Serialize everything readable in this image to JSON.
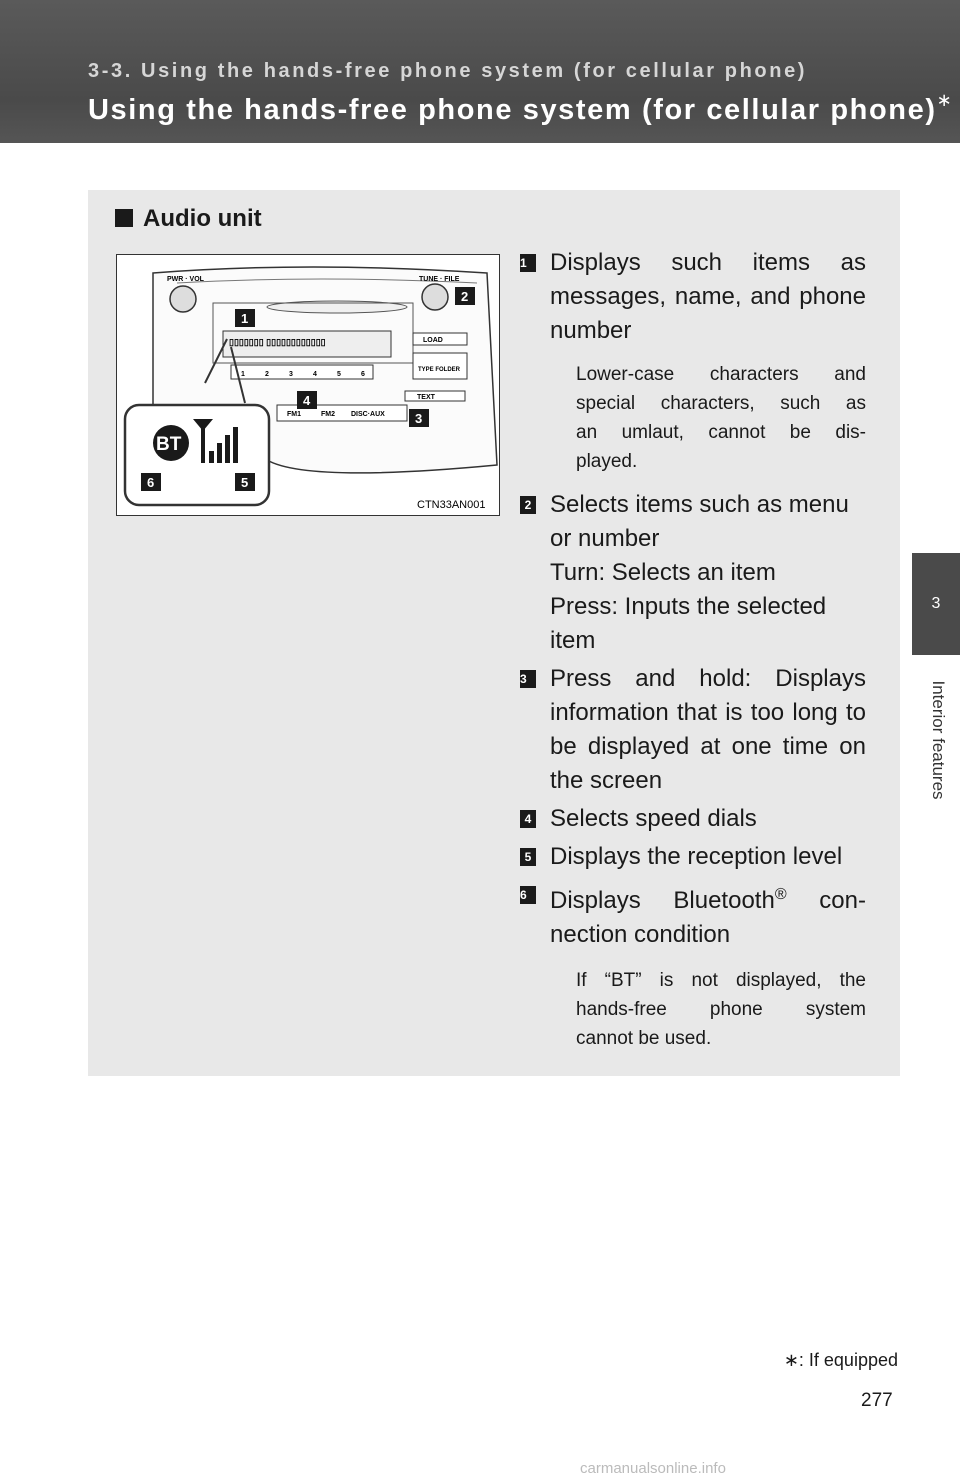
{
  "header": {
    "section_label": "3-3. Using the hands-free phone system (for cellular phone)",
    "title": "Using the hands-free phone system (for cellular phone)",
    "title_mark": "∗"
  },
  "side_tab": {
    "chapter_number": "3",
    "chapter_label": "Interior features"
  },
  "content": {
    "subheading": "Audio unit",
    "diagram": {
      "knob_left_label": "PWR · VOL",
      "knob_right_label": "TUNE · FILE",
      "button_labels": [
        "LOAD",
        "TYPE FOLDER",
        "TEXT",
        "FM1",
        "FM2",
        "DISC·AUX"
      ],
      "preset_numbers": [
        "1",
        "2",
        "3",
        "4",
        "5",
        "6"
      ],
      "callout_labels": [
        "1",
        "2",
        "3",
        "4",
        "5",
        "6"
      ],
      "bt_text": "BT",
      "image_code": "CTN33AN001"
    },
    "items": [
      {
        "number": "1",
        "text": "Displays such items as messages, name, and phone number",
        "note_lines": [
          "Lower-case characters and",
          "special characters, such as",
          "an umlaut, cannot be dis-",
          "played."
        ]
      },
      {
        "number": "2",
        "text_lines": [
          "Selects items such as menu or number",
          "Turn: Selects an item",
          "Press: Inputs the selected item"
        ]
      },
      {
        "number": "3",
        "text": "Press and hold: Displays information that is too long to be displayed at one time on the screen"
      },
      {
        "number": "4",
        "text": "Selects speed dials"
      },
      {
        "number": "5",
        "text": "Displays the reception level"
      },
      {
        "number": "6",
        "text_main": "Displays Bluetooth",
        "text_reg": "®",
        "text_tail": " con-nection condition",
        "note_lines": [
          "If “BT” is not displayed, the",
          "hands-free phone system",
          "cannot be used."
        ]
      }
    ]
  },
  "footnote": {
    "mark": "∗",
    "text": ": If equipped"
  },
  "page_number": "277",
  "watermark": "carmanualsonline.info"
}
